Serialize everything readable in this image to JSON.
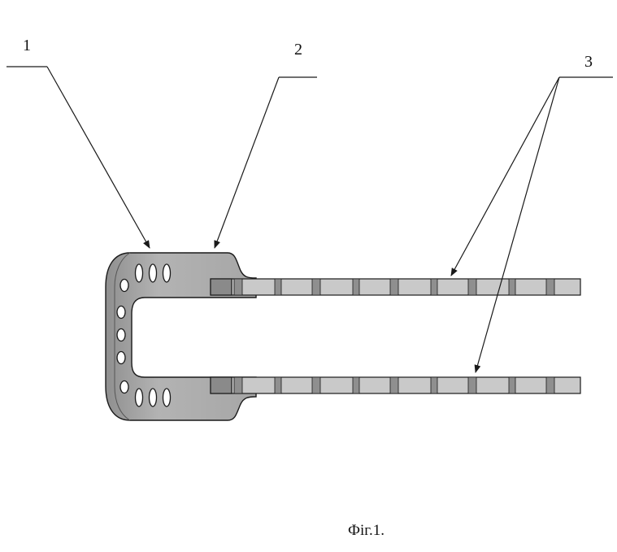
{
  "callouts": [
    {
      "id": "1",
      "label": "1"
    },
    {
      "id": "2",
      "label": "2"
    },
    {
      "id": "3",
      "label": "3"
    }
  ],
  "caption": "Фіг.1.",
  "colors": {
    "line": "#1a1a1a",
    "plate_fill": "#a9a9a9",
    "plate_shadow": "#8c8c8c",
    "rod_fill": "#c9c9c9",
    "rod_joint": "#7a7a7a",
    "hole_fill": "#ffffff"
  }
}
